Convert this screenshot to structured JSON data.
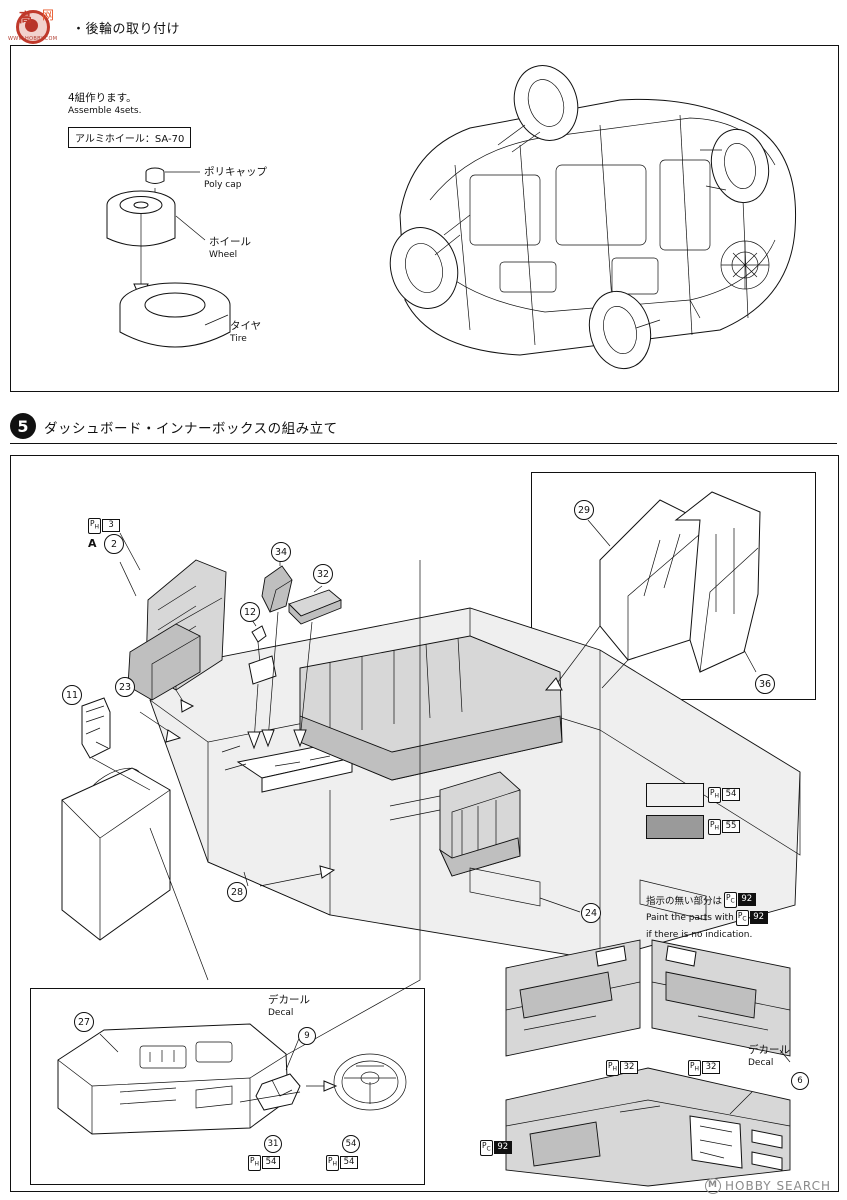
{
  "header": {
    "logo_kanji": "高",
    "logo_net": "网",
    "logo_sub": "WWW.HOBBY.COM",
    "breadcrumb": "・後輪の取り付け"
  },
  "step4": {
    "note_jp": "4組作ります。",
    "note_en": "Assemble 4sets.",
    "part_box": "アルミホイール：SA-70",
    "labels": [
      {
        "jp": "ポリキャップ",
        "en": "Poly cap"
      },
      {
        "jp": "ホイール",
        "en": "Wheel"
      },
      {
        "jp": "タイヤ",
        "en": "Tire"
      }
    ]
  },
  "step5": {
    "number": "5",
    "title": "ダッシュボード・インナーボックスの組み立て",
    "callouts": [
      "3",
      "2",
      "34",
      "32",
      "29",
      "12",
      "11",
      "23",
      "36",
      "28",
      "24",
      "27",
      "9",
      "31",
      "54",
      "6"
    ],
    "letter_a": "A",
    "paint_chips": [
      {
        "code": "54",
        "mark": "PH",
        "swatch": "#efefef"
      },
      {
        "code": "55",
        "mark": "PH",
        "swatch": "#9a9a9a"
      }
    ],
    "instruction": {
      "line1_jp": "指示の無い部分は",
      "line1_code": "92",
      "line1_mark": "PC",
      "line2_en": "Paint the parts with",
      "line2_code": "92",
      "line2_mark": "PC",
      "line3_en": "if there is no indication."
    },
    "decal_labels": [
      {
        "jp": "デカール",
        "en": "Decal"
      },
      {
        "jp": "デカール",
        "en": "Decal"
      }
    ],
    "part_paints": [
      {
        "mark": "PH",
        "code": "32"
      },
      {
        "mark": "PH",
        "code": "32"
      },
      {
        "mark": "PH",
        "code": "54"
      },
      {
        "mark": "PH",
        "code": "54"
      },
      {
        "mark": "PC",
        "code": "92"
      }
    ]
  },
  "watermark": {
    "mark": "M",
    "text": "HOBBY SEARCH"
  }
}
